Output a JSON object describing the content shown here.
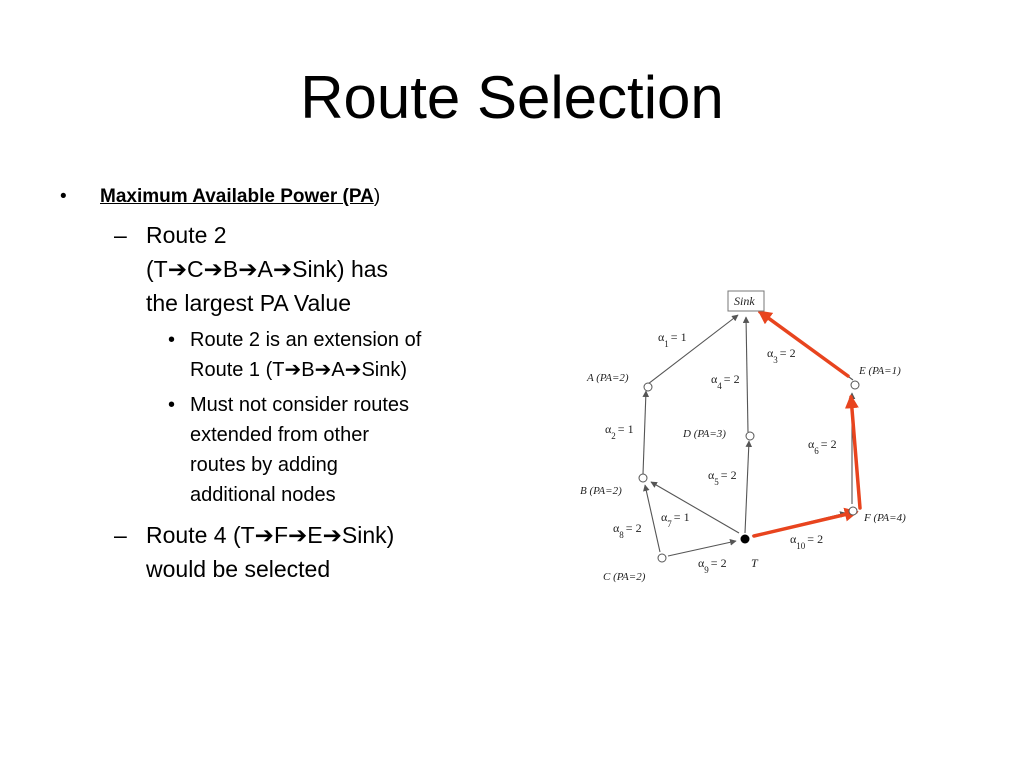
{
  "slide": {
    "title": "Route Selection",
    "bullet": {
      "marker": "•",
      "heading_underlined": "Maximum Available Power (PA",
      "heading_tail": ")",
      "subitems": [
        {
          "marker": "–",
          "line1": "Route 2",
          "line2_parts": [
            "(T",
            "C",
            "B",
            "A",
            "Sink) has"
          ],
          "line3": "the largest PA Value",
          "subitems": [
            {
              "marker": "•",
              "line1": "Route 2 is an extension of",
              "line2_parts": [
                "Route 1 (T",
                "B",
                "A",
                "Sink)"
              ]
            },
            {
              "marker": "•",
              "lines": [
                "Must not consider routes",
                "extended from other",
                "routes by adding",
                "additional nodes"
              ]
            }
          ]
        },
        {
          "marker": "–",
          "line1_parts": [
            "Route 4 (T",
            "F",
            "E",
            "Sink)"
          ],
          "line2": "would be selected"
        }
      ]
    }
  },
  "diagram": {
    "highlight_color": "#e8441e",
    "edge_color": "#555555",
    "nodes": {
      "sink": "Sink",
      "a": "A (PA=2)",
      "b": "B (PA=2)",
      "c": "C (PA=2)",
      "d": "D (PA=3)",
      "e": "E (PA=1)",
      "f": "F (PA=4)",
      "t": "T"
    },
    "edges": [
      {
        "alpha": "α",
        "sub": "1",
        "value": "= 1"
      },
      {
        "alpha": "α",
        "sub": "2",
        "value": "= 1"
      },
      {
        "alpha": "α",
        "sub": "3",
        "value": "= 2"
      },
      {
        "alpha": "α",
        "sub": "4",
        "value": "= 2"
      },
      {
        "alpha": "α",
        "sub": "5",
        "value": "= 2"
      },
      {
        "alpha": "α",
        "sub": "6",
        "value": "= 2"
      },
      {
        "alpha": "α",
        "sub": "7",
        "value": "= 1"
      },
      {
        "alpha": "α",
        "sub": "8",
        "value": "= 2"
      },
      {
        "alpha": "α",
        "sub": "9",
        "value": "= 2"
      },
      {
        "alpha": "α",
        "sub": "10",
        "value": "= 2"
      }
    ]
  }
}
